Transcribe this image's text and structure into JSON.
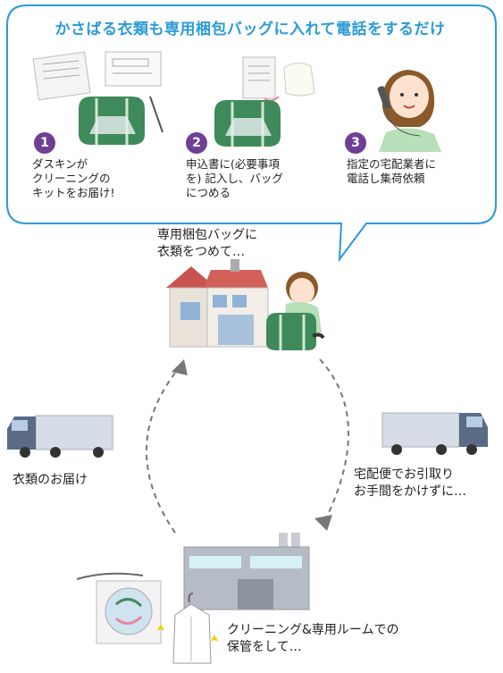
{
  "bubble": {
    "title": "かさばる衣類も専用梱包バッグに入れて電話をするだけ",
    "steps": [
      {
        "number": "1",
        "text": "ダスキンが\nクリーニングの\nキットをお届け!"
      },
      {
        "number": "2",
        "text": "申込書に(必要事項\nを) 記入し、バッグ\nにつめる"
      },
      {
        "number": "3",
        "text": "指定の宅配業者に\n電話し集荷依頼"
      }
    ]
  },
  "cycle": {
    "home_label": "専用梱包バッグに\n衣類をつめて…",
    "delivery_label": "衣類のお届け",
    "pickup_label": "宅配便でお引取り\nお手間をかけずに…",
    "factory_label": "クリーニング&専用ルームでの\n保管をして…"
  },
  "colors": {
    "title": "#2b9bd6",
    "step_badge": "#6e3f95",
    "bubble_border": "#2b9bd6",
    "bag_green": "#3f8a5a",
    "arrow": "#777777"
  }
}
